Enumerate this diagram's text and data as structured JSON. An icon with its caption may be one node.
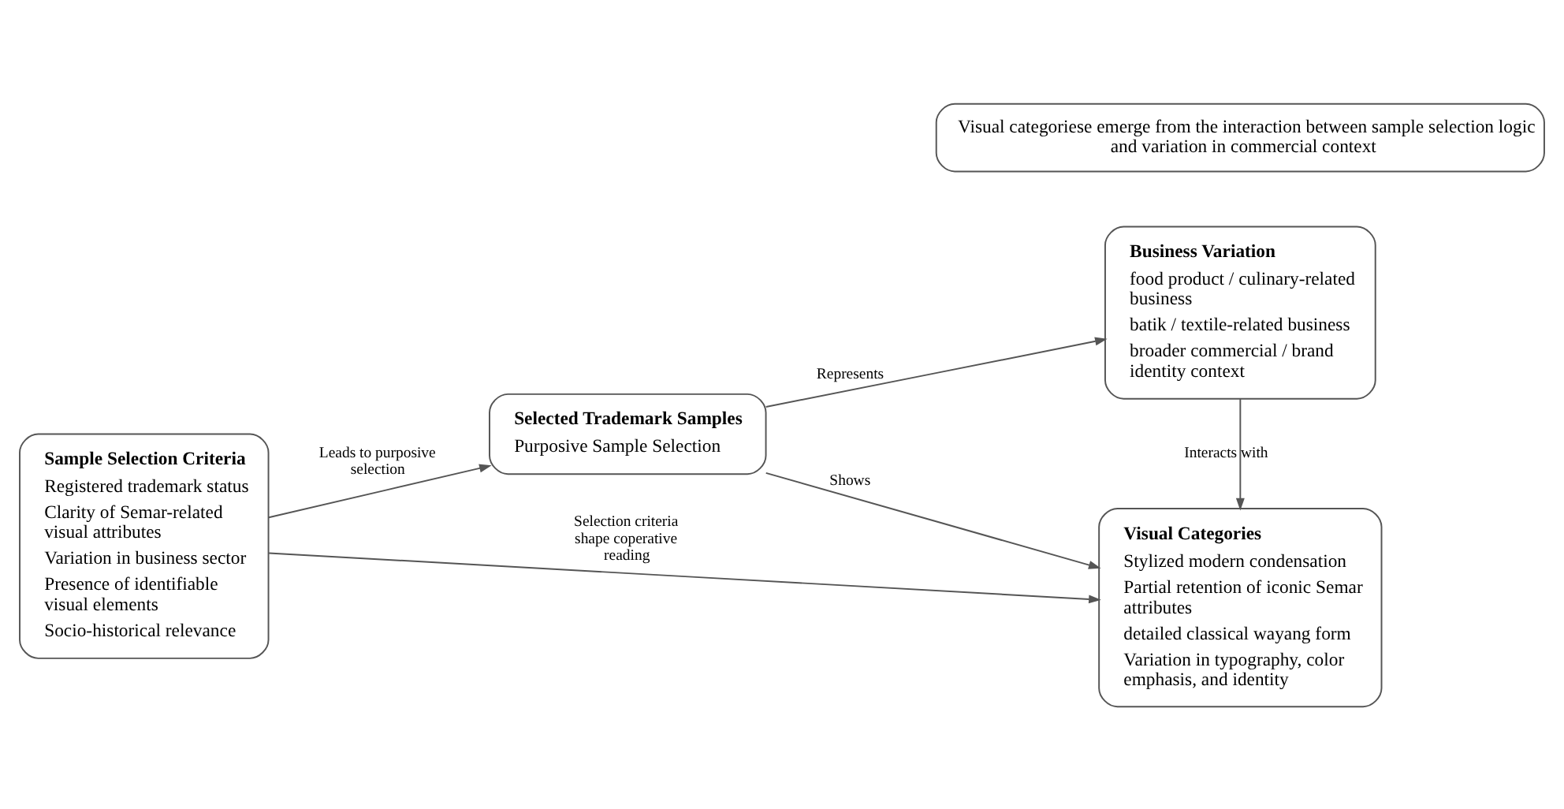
{
  "diagram": {
    "nodes": [
      {
        "text": [
          "Sample Selection Criteria",
          "Registered trademark status",
          "Clarity of Semar-related visual attributes",
          "Variation in business sector",
          "Presence of identifiable visual elements",
          "Socio-historical relevance"
        ]
      },
      {
        "text": [
          "Selected Trademark Samples",
          "Purposive Sample Selection"
        ]
      },
      {
        "text": [
          "Business Variation",
          "food product / culinary-related business",
          "batik / textile-related business",
          "broader commercial / brand identity context"
        ]
      },
      {
        "text": [
          "Visual Categories",
          "Stylized modern condensation",
          "Partial retention of iconic Semar attributes",
          "detailed classical wayang form",
          "Variation in typography, color emphasis, and identity"
        ]
      },
      {
        "text": [
          "Visual categoriese emerge from the interaction between sample selection logic and variation in commercial context"
        ]
      }
    ],
    "edges": [
      {
        "from": 0,
        "to": 1,
        "arrow": "to",
        "label": "Leads to purposive selection"
      },
      {
        "from": 1,
        "to": 2,
        "arrow": "to",
        "label": "Represents"
      },
      {
        "from": 1,
        "to": 3,
        "arrow": "to",
        "label": "Shows"
      },
      {
        "from": 2,
        "to": 3,
        "arrow": "to",
        "label": "Interacts with"
      },
      {
        "from": 0,
        "to": 3,
        "arrow": "to",
        "label": "Selection criteria shape coperative reading"
      }
    ]
  }
}
